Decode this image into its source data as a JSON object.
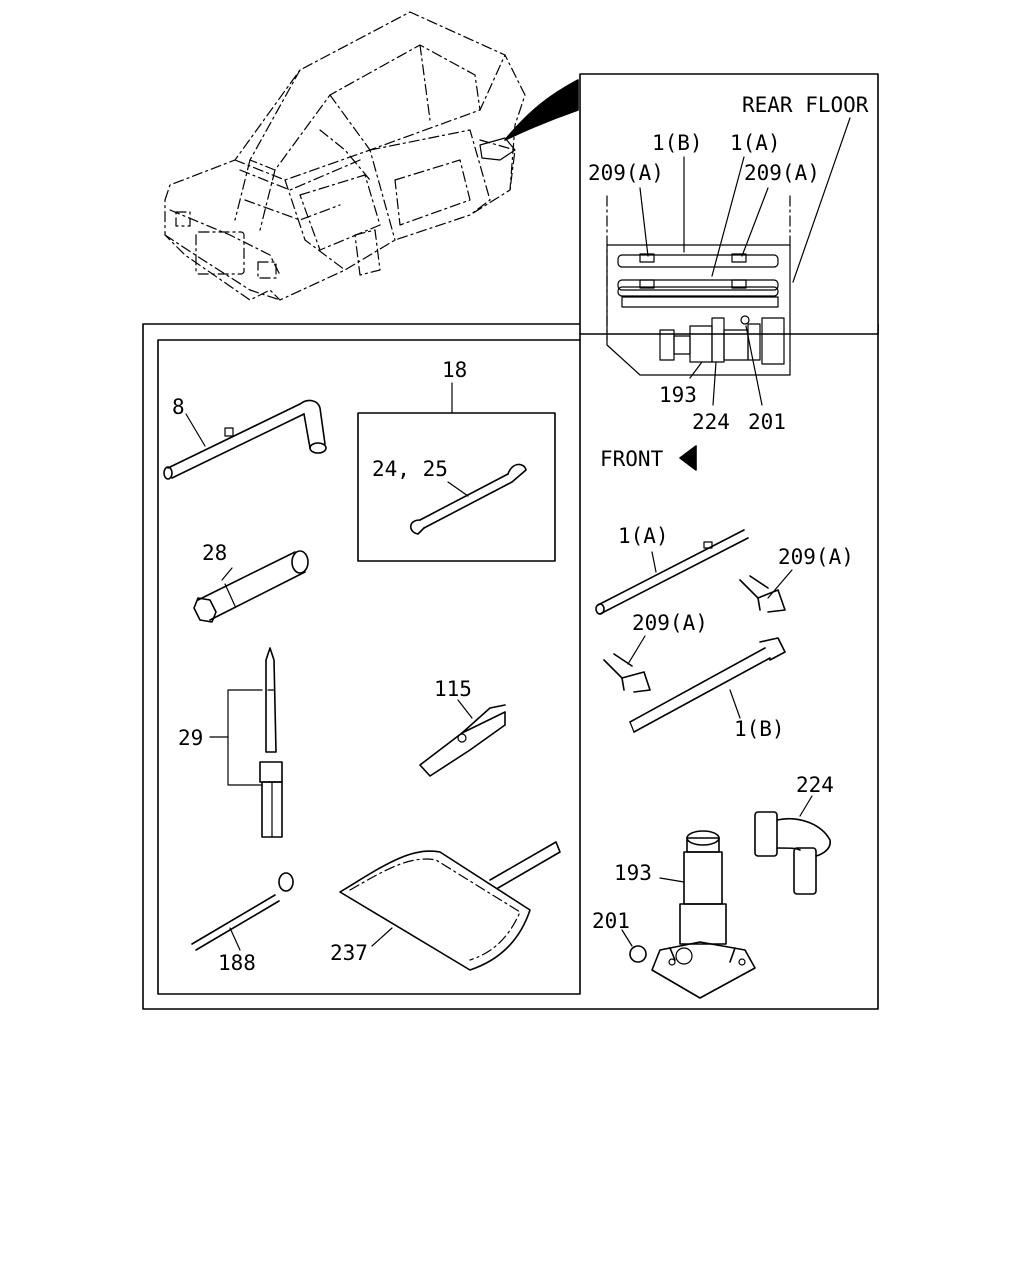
{
  "diagram": {
    "inset": {
      "rear_floor": "REAR FLOOR",
      "label_1b": "1(B)",
      "label_1a": "1(A)",
      "label_209a_left": "209(A)",
      "label_209a_right": "209(A)",
      "label_193": "193",
      "label_224": "224",
      "label_201": "201"
    },
    "front": "FRONT",
    "tools": {
      "label_8": "8",
      "label_18": "18",
      "label_24_25": "24, 25",
      "label_28": "28",
      "label_29": "29",
      "label_115": "115",
      "label_188": "188",
      "label_237": "237"
    },
    "parts": {
      "label_1a": "1(A)",
      "label_209a_upper": "209(A)",
      "label_209a_lower": "209(A)",
      "label_1b": "1(B)",
      "label_224": "224",
      "label_193": "193",
      "label_201": "201"
    }
  }
}
